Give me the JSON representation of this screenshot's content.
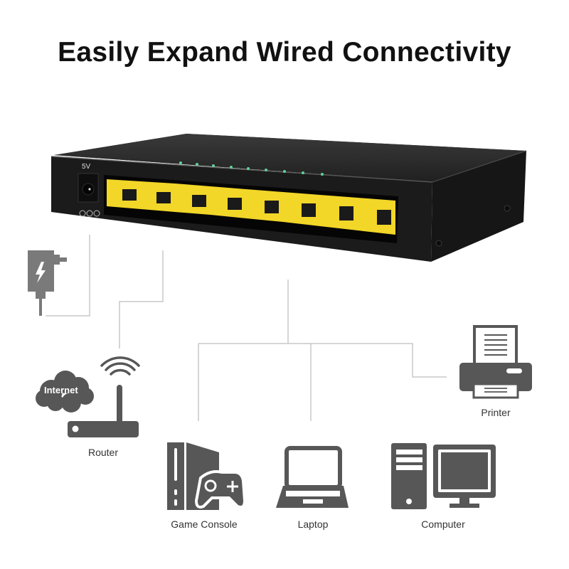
{
  "title": "Easily Expand Wired Connectivity",
  "switch": {
    "power_label": "5V",
    "port_count": 8,
    "led_count": 9,
    "body_color": "#1e1e1e",
    "port_color": "#f2d628",
    "led_color": "#5fd39a"
  },
  "devices": {
    "power_adapter": {
      "label": ""
    },
    "internet": {
      "label": "Internet"
    },
    "router": {
      "label": "Router"
    },
    "printer": {
      "label": "Printer"
    },
    "game_console": {
      "label": "Game Console"
    },
    "laptop": {
      "label": "Laptop"
    },
    "computer": {
      "label": "Computer"
    }
  },
  "colors": {
    "icon": "#575757",
    "line": "#c8c8c8",
    "text": "#222222"
  }
}
